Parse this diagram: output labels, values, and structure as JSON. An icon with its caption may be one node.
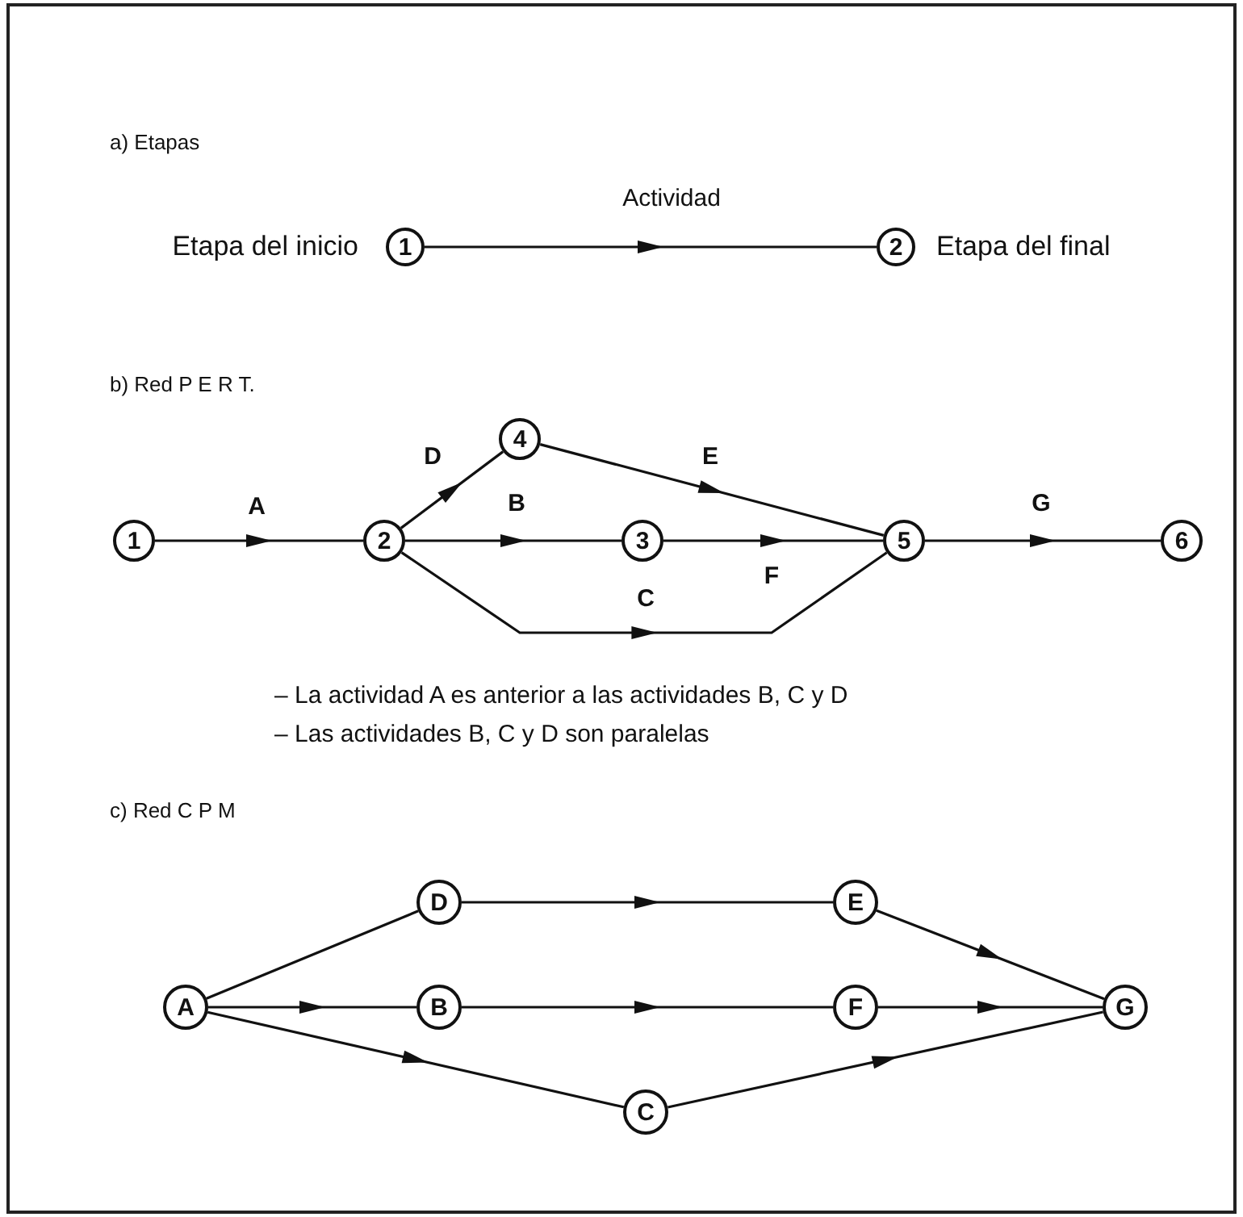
{
  "diagram": {
    "nodes": [
      {
        "text": [
          "1"
        ],
        "beside": [
          "Etapa del inicio"
        ]
      },
      {
        "text": [
          "2"
        ],
        "beside": [
          "Etapa del final"
        ]
      },
      {
        "text": [
          "1"
        ]
      },
      {
        "text": [
          "2"
        ]
      },
      {
        "text": [
          "4"
        ]
      },
      {
        "text": [
          "3"
        ]
      },
      {
        "text": [
          "5"
        ]
      },
      {
        "text": [
          "6"
        ]
      },
      {
        "text": [
          "A"
        ]
      },
      {
        "text": [
          "D"
        ]
      },
      {
        "text": [
          "B"
        ]
      },
      {
        "text": [
          "C"
        ]
      },
      {
        "text": [
          "E"
        ]
      },
      {
        "text": [
          "F"
        ]
      },
      {
        "text": [
          "G"
        ]
      }
    ],
    "edges": [
      {
        "from": 0,
        "to": 1,
        "arrow": "to",
        "label": "Actividad"
      },
      {
        "from": 2,
        "to": 3,
        "arrow": "to",
        "label": "A"
      },
      {
        "from": 3,
        "to": 4,
        "arrow": "to",
        "label": "D"
      },
      {
        "from": 3,
        "to": 5,
        "arrow": "to",
        "label": "B"
      },
      {
        "from": 3,
        "to": 6,
        "arrow": "to",
        "label": "C"
      },
      {
        "from": 4,
        "to": 6,
        "arrow": "to",
        "label": "E"
      },
      {
        "from": 5,
        "to": 6,
        "arrow": "to",
        "label": "F"
      },
      {
        "from": 6,
        "to": 7,
        "arrow": "to",
        "label": "G"
      },
      {
        "from": 8,
        "to": 9,
        "arrow": "none"
      },
      {
        "from": 8,
        "to": 10,
        "arrow": "to"
      },
      {
        "from": 8,
        "to": 11,
        "arrow": "to"
      },
      {
        "from": 9,
        "to": 12,
        "arrow": "to"
      },
      {
        "from": 10,
        "to": 13,
        "arrow": "to"
      },
      {
        "from": 11,
        "to": 14,
        "arrow": "to"
      },
      {
        "from": 12,
        "to": 14,
        "arrow": "to"
      },
      {
        "from": 13,
        "to": 14,
        "arrow": "to"
      }
    ],
    "labels": [
      "a) Etapas",
      "b) Red P E R T.",
      "– La actividad A es anterior a las actividades B, C y D",
      "– Las actividades B, C y D son paralelas",
      "c) Red C P M"
    ]
  }
}
